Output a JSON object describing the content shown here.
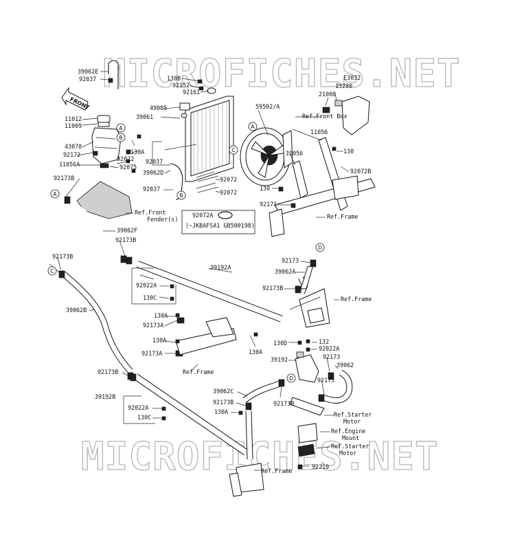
{
  "watermark": "MICROFICHES.NET",
  "front_arrow": "FRONT",
  "refs": {
    "front_box": "Ref.Front Box",
    "front_fender": "Ref.Front\nFender(s)",
    "frame_top": "Ref.Frame",
    "frame_mid": "Ref.Frame",
    "frame_left": "Ref.Frame",
    "frame_bottom": "Ref.Frame",
    "starter_motor_1": "Ref.Starter\nMotor",
    "engine_mount": "Ref.Engine\nMount",
    "starter_motor_2": "Ref.Starter\nMotor"
  },
  "note_box": {
    "part": "92072A",
    "note": "(~JKBAFSA1 GB500198)"
  },
  "callouts": [
    "A",
    "B",
    "A",
    "B",
    "C",
    "A",
    "C",
    "D",
    "D"
  ],
  "labels": {
    "p39062E": "39062E",
    "p92037a": "92037",
    "p130B": "130B",
    "p92152": "92152",
    "p92161": "92161",
    "pE3032": "E3032",
    "p13280": "13280",
    "p21008": "21008",
    "p11012": "11012",
    "p11009": "11009",
    "p49085": "49085",
    "p39061": "39061",
    "p59502": "59502/A",
    "p43078": "43078",
    "p92172": "92172",
    "p11056A": "11056A",
    "p130Aa": "130A",
    "p92022a": "92022",
    "p92075": "92075",
    "p92037b": "92037",
    "p39062D": "39062D",
    "p92037c": "92037",
    "p92072a": "92072",
    "p92072b": "92072",
    "p11056a": "11056",
    "p11056b": "11056",
    "p130a": "130",
    "p92072B": "92072B",
    "p130b": "130",
    "p92171": "92171",
    "p92173Ba": "92173B",
    "p39062F": "39062F",
    "p92173Bb": "92173B",
    "p92173Bc": "92173B",
    "p39192A": "39192A",
    "p92173a": "92173",
    "p39062A": "39062A",
    "p92173Bd": "92173B",
    "p92022Aa": "92022A",
    "p130Ca": "130C",
    "p39062B": "39062B",
    "p130Ab": "130A",
    "p92173Aa": "92173A",
    "p130Ac": "130A",
    "p92173Ab": "92173A",
    "p130Ad": "130A",
    "p130D": "130D",
    "p132": "132",
    "p92022Ab": "92022A",
    "p39192": "39192",
    "p92173b": "92173",
    "p39062": "39062",
    "p92173c": "92173",
    "p92173Be": "92173B",
    "p39192B": "39192B",
    "p92022Ac": "92022A",
    "p130Cb": "130C",
    "p39062C": "39062C",
    "p92173Bf": "92173B",
    "p130Ae": "130A",
    "p92173Bg": "92173B",
    "p92210": "92210"
  }
}
